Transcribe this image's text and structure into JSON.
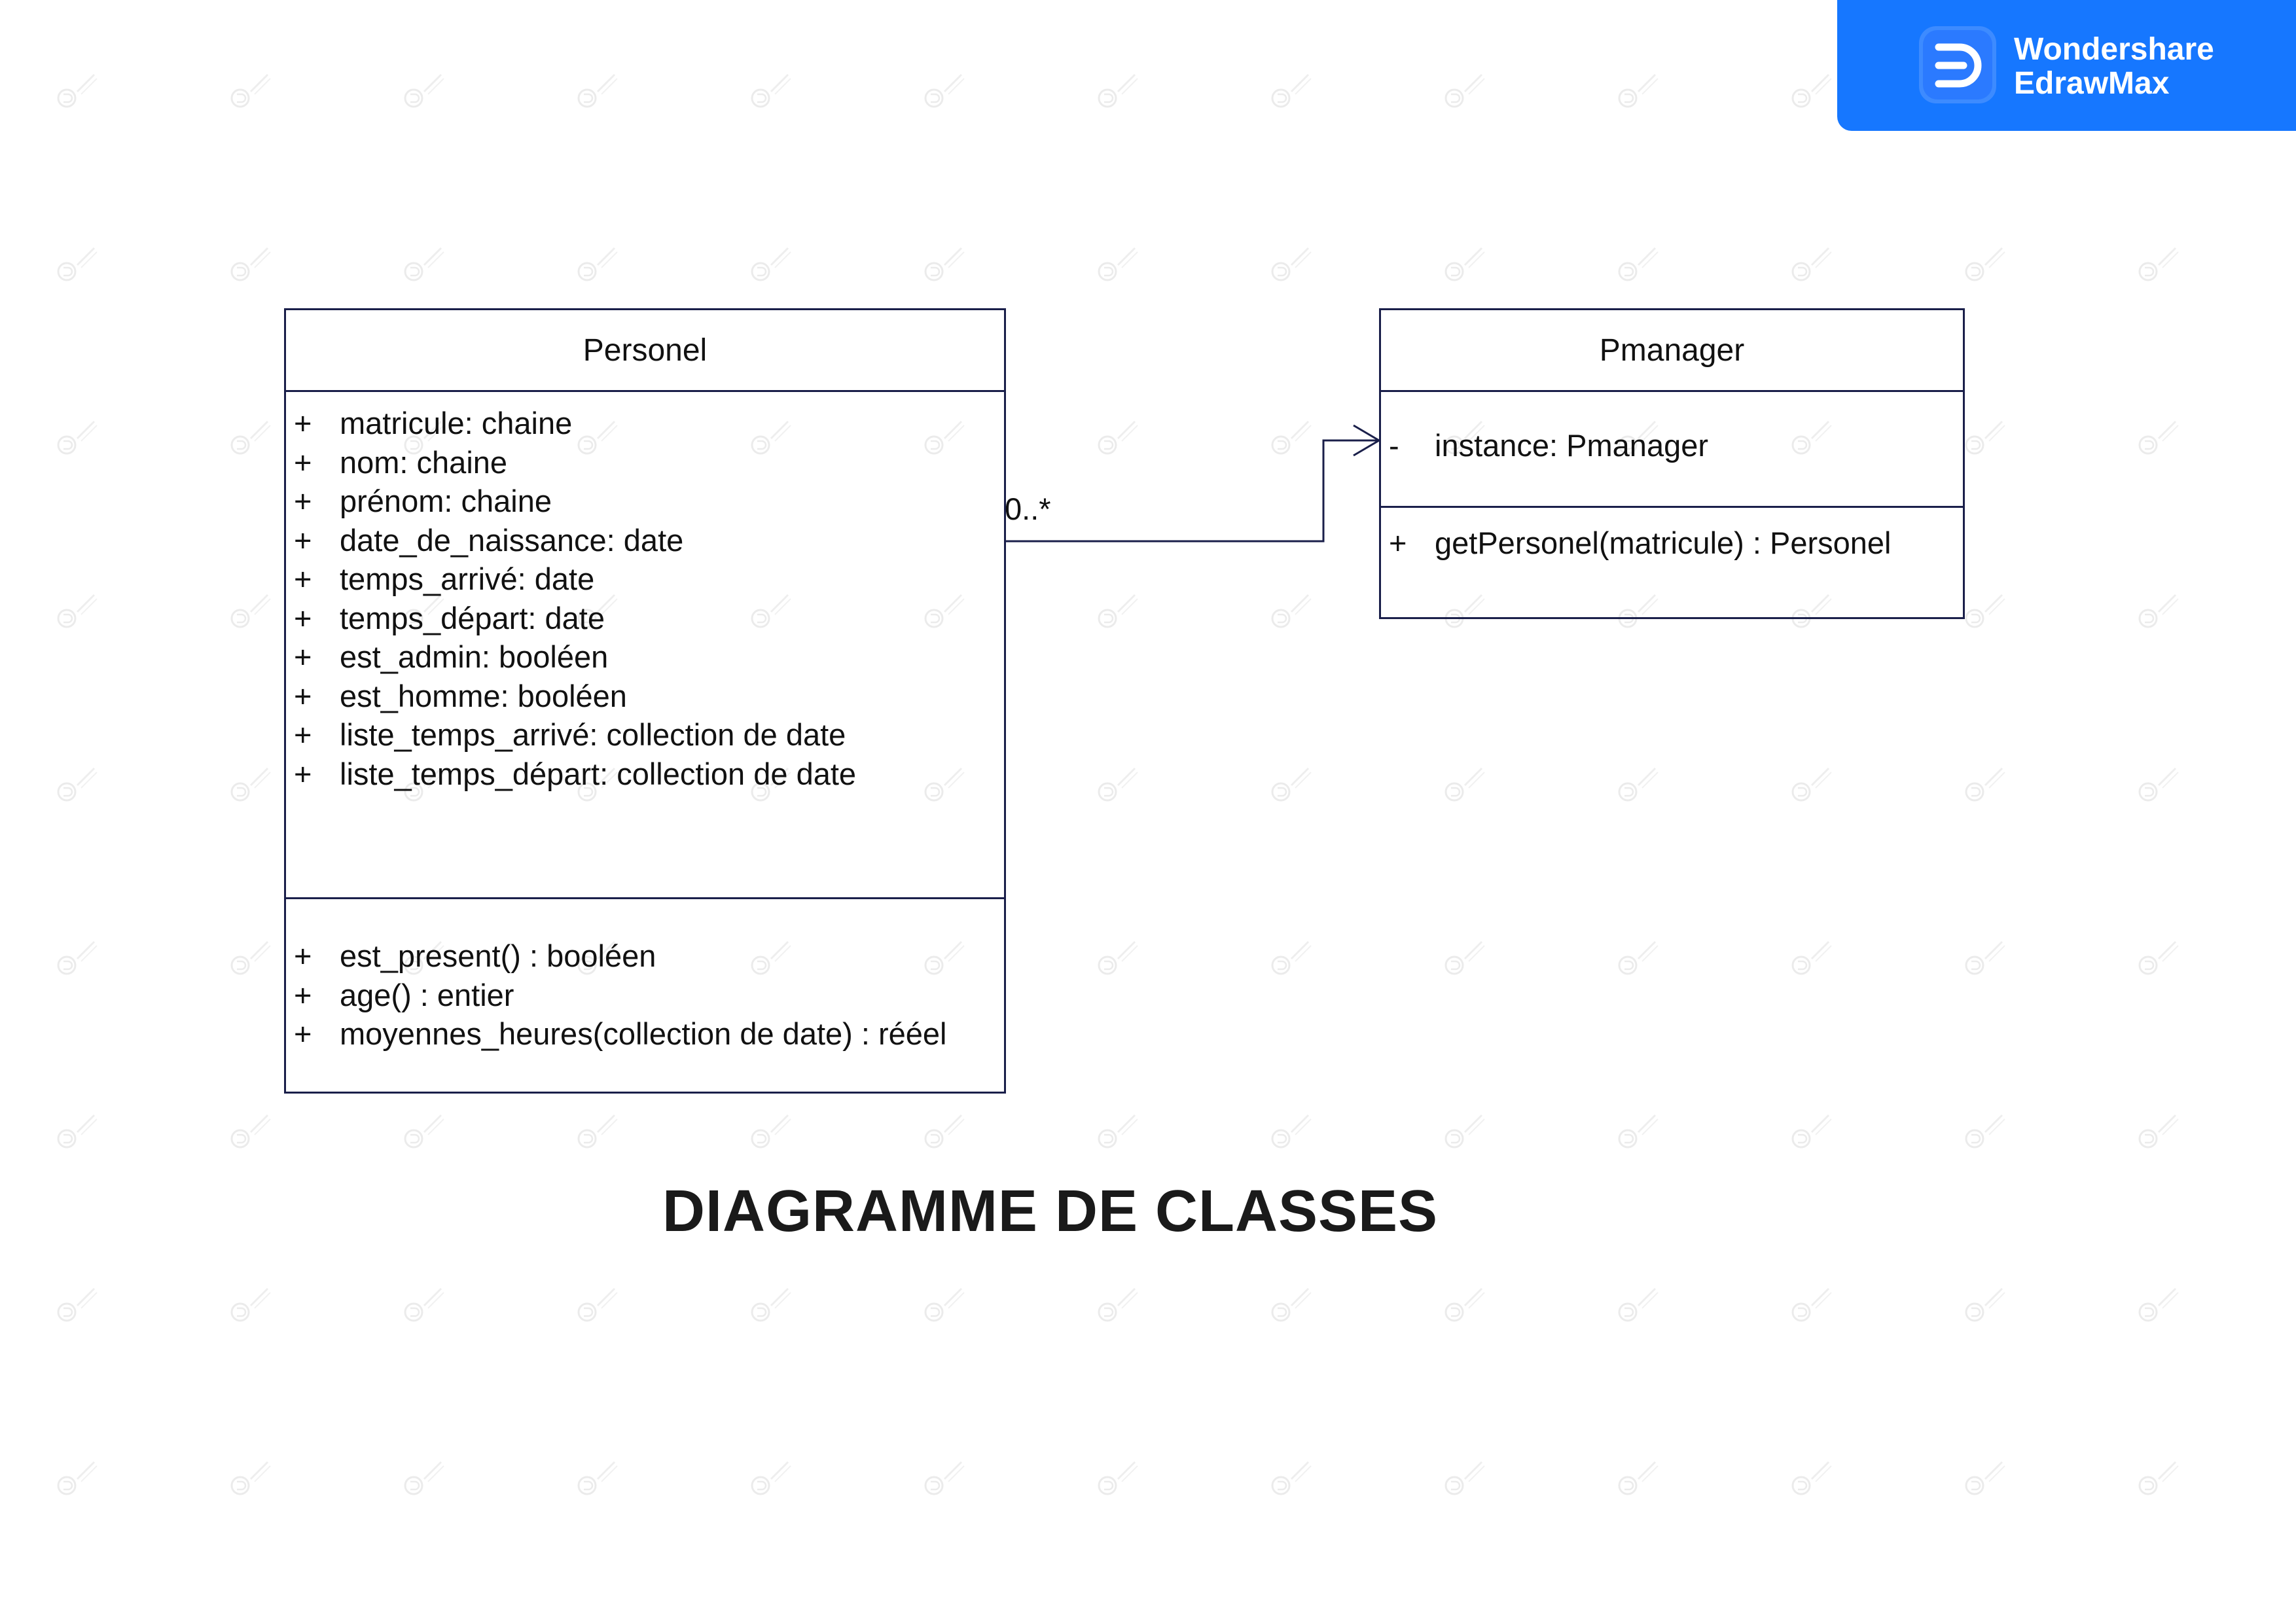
{
  "brand": {
    "line1": "Wondershare",
    "line2": "EdrawMax",
    "logo_icon": "edrawmax-logo-icon",
    "color": "#1677ff"
  },
  "classes": {
    "personel": {
      "name": "Personel",
      "attributes": [
        {
          "visibility": "+",
          "text": "matricule: chaine"
        },
        {
          "visibility": "+",
          "text": "nom: chaine"
        },
        {
          "visibility": "+",
          "text": "prénom: chaine"
        },
        {
          "visibility": "+",
          "text": "date_de_naissance: date"
        },
        {
          "visibility": "+",
          "text": "temps_arrivé: date"
        },
        {
          "visibility": "+",
          "text": "temps_départ: date"
        },
        {
          "visibility": "+",
          "text": "est_admin: booléen"
        },
        {
          "visibility": "+",
          "text": "est_homme: booléen"
        },
        {
          "visibility": "+",
          "text": "liste_temps_arrivé: collection de date"
        },
        {
          "visibility": "+",
          "text": "liste_temps_départ: collection de date"
        }
      ],
      "methods": [
        {
          "visibility": "+",
          "text": "est_present() : booléen"
        },
        {
          "visibility": "+",
          "text": "age() : entier"
        },
        {
          "visibility": "+",
          "text": " moyennes_heures(collection de date) : rééel"
        }
      ]
    },
    "pmanager": {
      "name": "Pmanager",
      "attributes": [
        {
          "visibility": "-",
          "text": "instance: Pmanager"
        }
      ],
      "methods": [
        {
          "visibility": "+",
          "text": "getPersonel(matricule) : Personel"
        }
      ]
    }
  },
  "association": {
    "from": "Personel",
    "to": "Pmanager",
    "multiplicity": "0..*",
    "line_color": "#1a1f4a"
  },
  "title": "DIAGRAMME DE CLASSES",
  "colors": {
    "border": "#1a1f4a",
    "background": "#ffffff",
    "watermark": "#cfcfcf"
  }
}
